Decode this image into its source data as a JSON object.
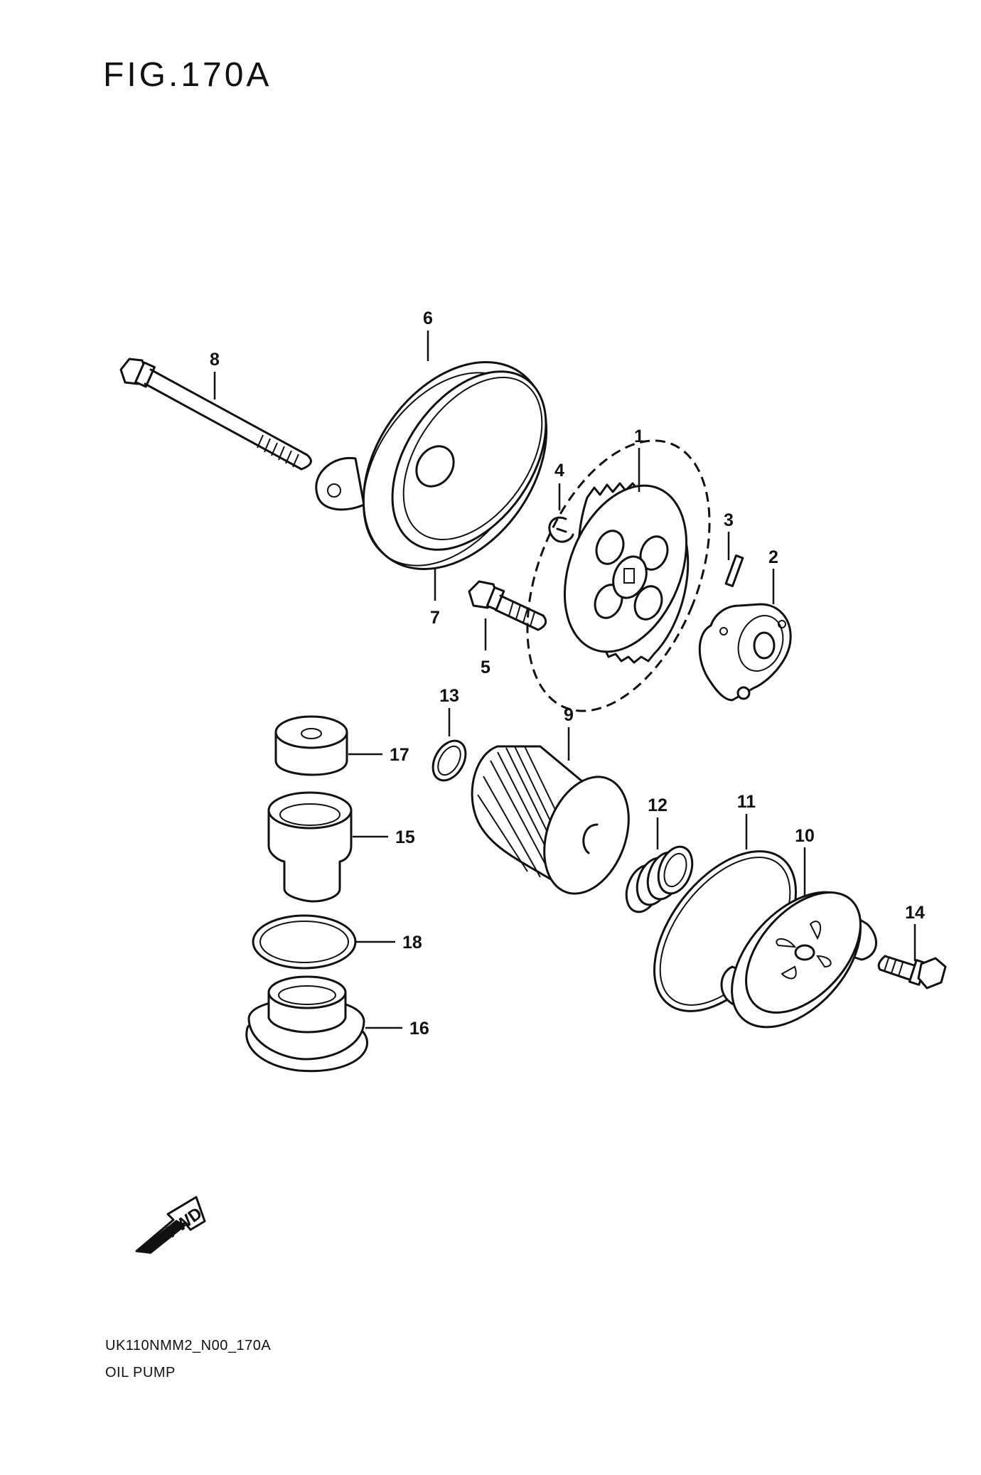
{
  "figure": {
    "title": "FIG.170A",
    "code": "UK110NMM2_N00_170A",
    "name": "OIL PUMP",
    "fwd_label": "FWD"
  },
  "callouts": {
    "c1": "1",
    "c2": "2",
    "c3": "3",
    "c4": "4",
    "c5": "5",
    "c6": "6",
    "c7": "7",
    "c8": "8",
    "c9": "9",
    "c10": "10",
    "c11": "11",
    "c12": "12",
    "c13": "13",
    "c14": "14",
    "c15": "15",
    "c16": "16",
    "c17": "17",
    "c18": "18"
  },
  "icons": [
    "fwd-arrow-icon"
  ]
}
